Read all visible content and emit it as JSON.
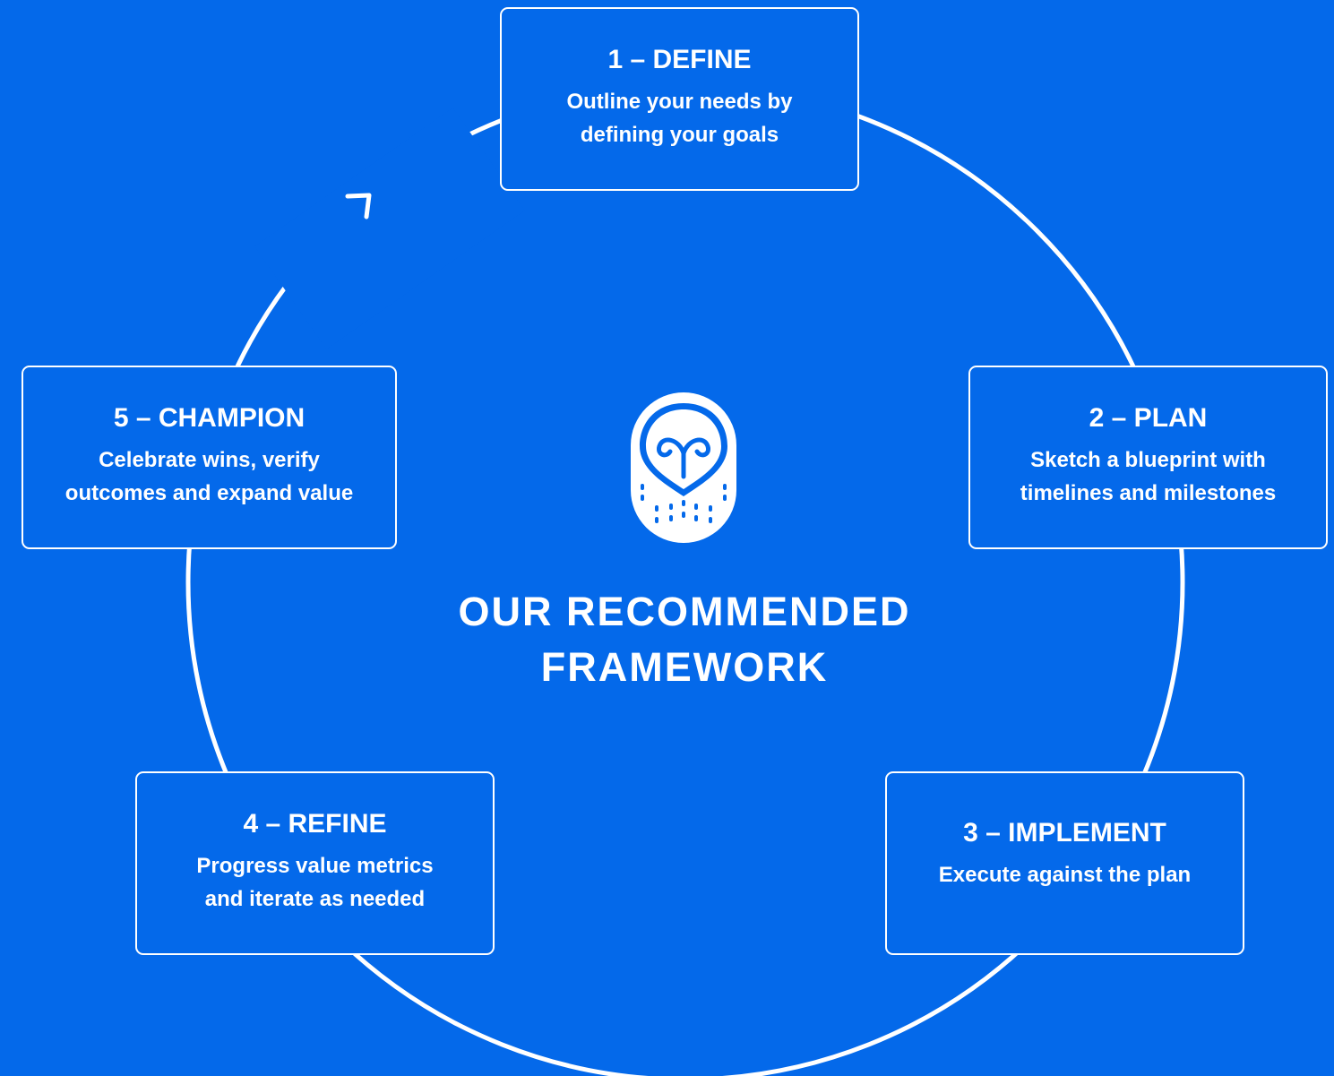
{
  "center": {
    "title_line1": "OUR RECOMMENDED",
    "title_line2": "FRAMEWORK",
    "logo_icon": "owl-icon"
  },
  "steps": [
    {
      "title": "1 – DEFINE",
      "desc_line1": "Outline your needs by",
      "desc_line2": "defining your goals"
    },
    {
      "title": "2 – PLAN",
      "desc_line1": "Sketch a blueprint with",
      "desc_line2": "timelines and milestones"
    },
    {
      "title": "3 – IMPLEMENT",
      "desc_line1": "Execute against the plan",
      "desc_line2": ""
    },
    {
      "title": "4 – REFINE",
      "desc_line1": "Progress value metrics",
      "desc_line2": "and iterate as needed"
    },
    {
      "title": "5 – CHAMPION",
      "desc_line1": "Celebrate wins, verify",
      "desc_line2": "outcomes and expand value"
    }
  ],
  "colors": {
    "background": "#0469EA",
    "foreground": "#FFFFFF"
  }
}
